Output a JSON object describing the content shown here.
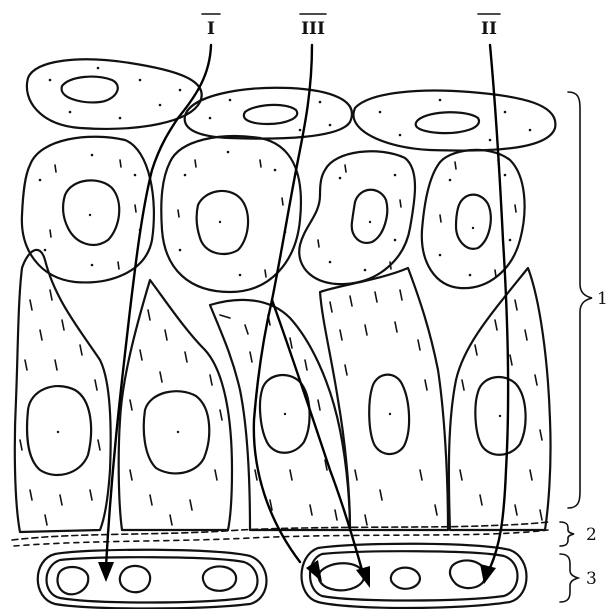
{
  "routes": [
    {
      "label": "I"
    },
    {
      "label": "III"
    },
    {
      "label": "II"
    }
  ],
  "layers": [
    {
      "label": "1"
    },
    {
      "label": "2"
    },
    {
      "label": "3"
    }
  ]
}
